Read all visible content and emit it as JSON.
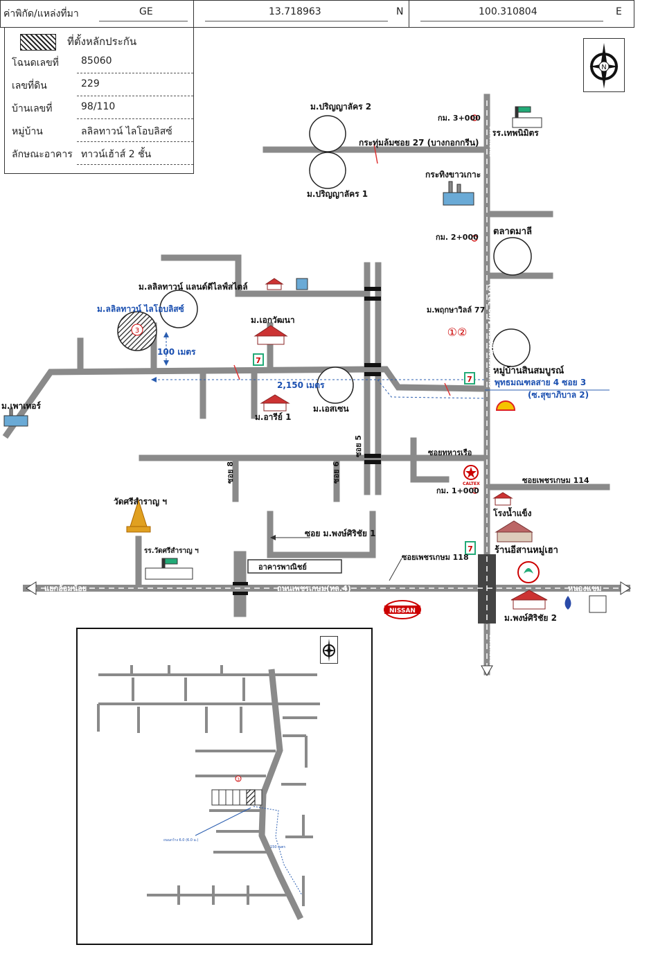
{
  "header": {
    "label": "ค่าพิกัด/แหล่งที่มา",
    "source": "GE",
    "lat": "13.718963",
    "lat_dir": "N",
    "lon": "100.310804",
    "lon_dir": "E"
  },
  "legend": {
    "title": "ที่ตั้งหลักประกัน",
    "rows": [
      {
        "label": "โฉนดเลขที่",
        "value": "85060"
      },
      {
        "label": "เลขที่ดิน",
        "value": "229"
      },
      {
        "label": "บ้านเลขที่",
        "value": "98/110"
      },
      {
        "label": "หมู่บ้าน",
        "value": "ลลิลทาวน์ ไลโอบลิสซ์"
      },
      {
        "label": "ลักษณะอาคาร",
        "value": "ทาวน์เฮ้าส์ 2 ชั้น"
      }
    ]
  },
  "compass_letter": "N",
  "map": {
    "labels": {
      "village_parinya2": "ม.ปริญญาลัคร 2",
      "village_parinya1": "ม.ปริญญาลัคร 1",
      "soi_krathum": "กระทุ่มล้มซอย 27 (บางกอกกรีน)",
      "km3": "กม. 3+000",
      "km2": "กม. 2+000",
      "km1": "กม. 1+000",
      "school_thepnimit": "รร.เทพนิมิตร",
      "factory": "กระทิงขาวเกาะ",
      "market": "ตลาดมาลี",
      "lalin_lifestyle": "ม.ลลิลทาวน์ แลนด์ดีไลฟ์สไตล์",
      "lalin_bliss": "ม.ลลิลทาวน์ ไลโอบลิสซ์",
      "ekawatana": "ม.เอกวัฒนา",
      "pruksa77": "ม.พฤกษาวิลล์ 77",
      "dist100": "100 เมตร",
      "dist2150": "2,150 เมตร",
      "sinsomboon": "หมู่บ้านสินสมบูรณ์",
      "phutthamonthon": "พุทธมณฑลสาย 4 ซอย 3",
      "sukhaphiban": "(ซ.สุขาภิบาล 2)",
      "phutthamonthon_road": "ถนนพุทธมณฑลสาย 4(ทล.3310)",
      "road_top": "พุทธมณฑล",
      "road_bottom": "พุทธมณฑล",
      "mabathor": "ม.เพาเทอร์",
      "ari1": "ม.อารีย์ 1",
      "assen": "ม.เอสเซน",
      "soi5": "ซอย 5",
      "soi6": "ซอย 6",
      "soi8": "ซอย 8",
      "soi_navy": "ซอยทหารเรือ",
      "soi_phet114": "ซอยเพชรเกษม 114",
      "caltex": "CALTEX",
      "ice_factory": "โรงน้ำแข็ง",
      "restaurant": "ร้านอีสานหมู่เฮา",
      "wat": "วัดศรีสำราญ ฯ",
      "wat_school": "รร.วัดศรีสำราญ ฯ",
      "soi_pong1": "ซอย ม.พงษ์ศิริชัย 1",
      "soi_phet118": "ซอยเพชรเกษม 118",
      "commercial": "อาคารพาณิชย์",
      "petchkasem": "ถนนเพชรเกษม(ทล.4)",
      "left_arrow": "แยกอ้อมน้อย",
      "right_arrow": "หนองแขม",
      "nissan": "NISSAN",
      "pong2": "ม.พงษ์ศิริชัย 2",
      "seven": "7",
      "marker": "3",
      "pruksa_marks": "①②"
    }
  },
  "inset": {
    "dist_label": "150 เมตร",
    "width_label": "ถนนกว้าง 6.0 (6.0 ม.)",
    "marker": "3"
  }
}
